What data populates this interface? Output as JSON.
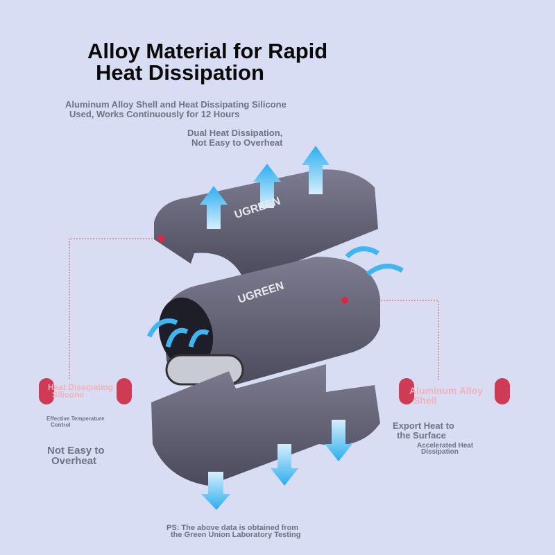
{
  "headline": {
    "line1": "Alloy Material for Rapid",
    "line2": "Heat Dissipation"
  },
  "subtitle": {
    "line1": "Aluminum Alloy Shell and Heat Dissipating Silicone",
    "line2": "Used, Works Continuously for 12 Hours"
  },
  "top_callout": {
    "line1": "Dual Heat Dissipation,",
    "line2": "Not Easy to Overheat"
  },
  "left_label": {
    "line1": "Heat Dissipating",
    "line2": "Silicone"
  },
  "right_label": {
    "line1": "Aluminum Alloy",
    "line2": "Shell"
  },
  "left_feature": {
    "small1": "Effective Temperature",
    "small2": "Control",
    "big1": "Not Easy to",
    "big2": "Overheat"
  },
  "right_feature": {
    "big1": "Export Heat to",
    "big2": "the Surface",
    "small1": "Accelerated Heat",
    "small2": "Dissipation"
  },
  "brand": "UGREEN",
  "footnote": {
    "line1": "PS: The above data is obtained from",
    "line2": "the Green Union Laboratory Testing"
  },
  "colors": {
    "background": "#d9ddf3",
    "accent_red": "#cf3b55",
    "arrow_blue": "#3fb6ef",
    "shell": "#5b5a6e"
  }
}
